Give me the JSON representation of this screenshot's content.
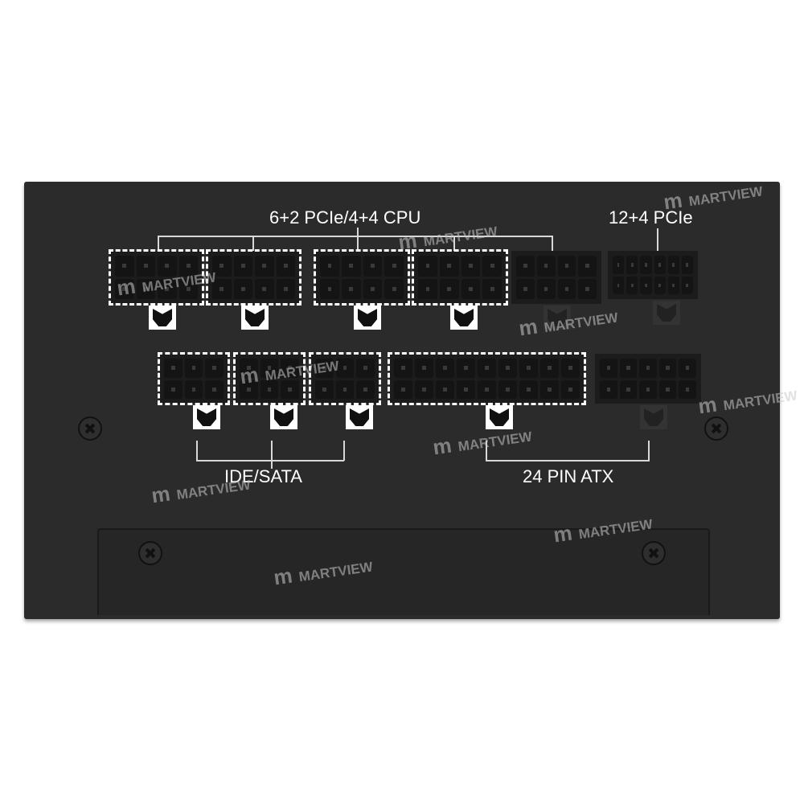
{
  "labels": {
    "pcie_cpu": "6+2 PCIe/4+4 CPU",
    "pcie_12_4": "12+4 PCIe",
    "ide_sata": "IDE/SATA",
    "atx_24": "24 PIN ATX"
  },
  "watermark": "MARTVIEW",
  "colors": {
    "panel": "#2b2b2b",
    "highlight": "#ffffff"
  },
  "connectors_row1": [
    {
      "type": "pcie-cpu",
      "cols": 4,
      "rows": 2,
      "highlighted": true
    },
    {
      "type": "pcie-cpu",
      "cols": 4,
      "rows": 2,
      "highlighted": true
    },
    {
      "type": "pcie-cpu",
      "cols": 4,
      "rows": 2,
      "highlighted": true
    },
    {
      "type": "pcie-cpu",
      "cols": 4,
      "rows": 2,
      "highlighted": true
    },
    {
      "type": "pcie-cpu",
      "cols": 4,
      "rows": 2,
      "highlighted": false
    },
    {
      "type": "12+4-pcie",
      "cols": 6,
      "rows": 2,
      "highlighted": false
    }
  ],
  "connectors_row2": [
    {
      "type": "ide-sata",
      "cols": 3,
      "rows": 2,
      "highlighted": true
    },
    {
      "type": "ide-sata",
      "cols": 3,
      "rows": 2,
      "highlighted": true
    },
    {
      "type": "ide-sata",
      "cols": 3,
      "rows": 2,
      "highlighted": true
    },
    {
      "type": "atx",
      "cols": 9,
      "rows": 2,
      "highlighted": true
    },
    {
      "type": "atx",
      "cols": 5,
      "rows": 2,
      "highlighted": false
    }
  ]
}
